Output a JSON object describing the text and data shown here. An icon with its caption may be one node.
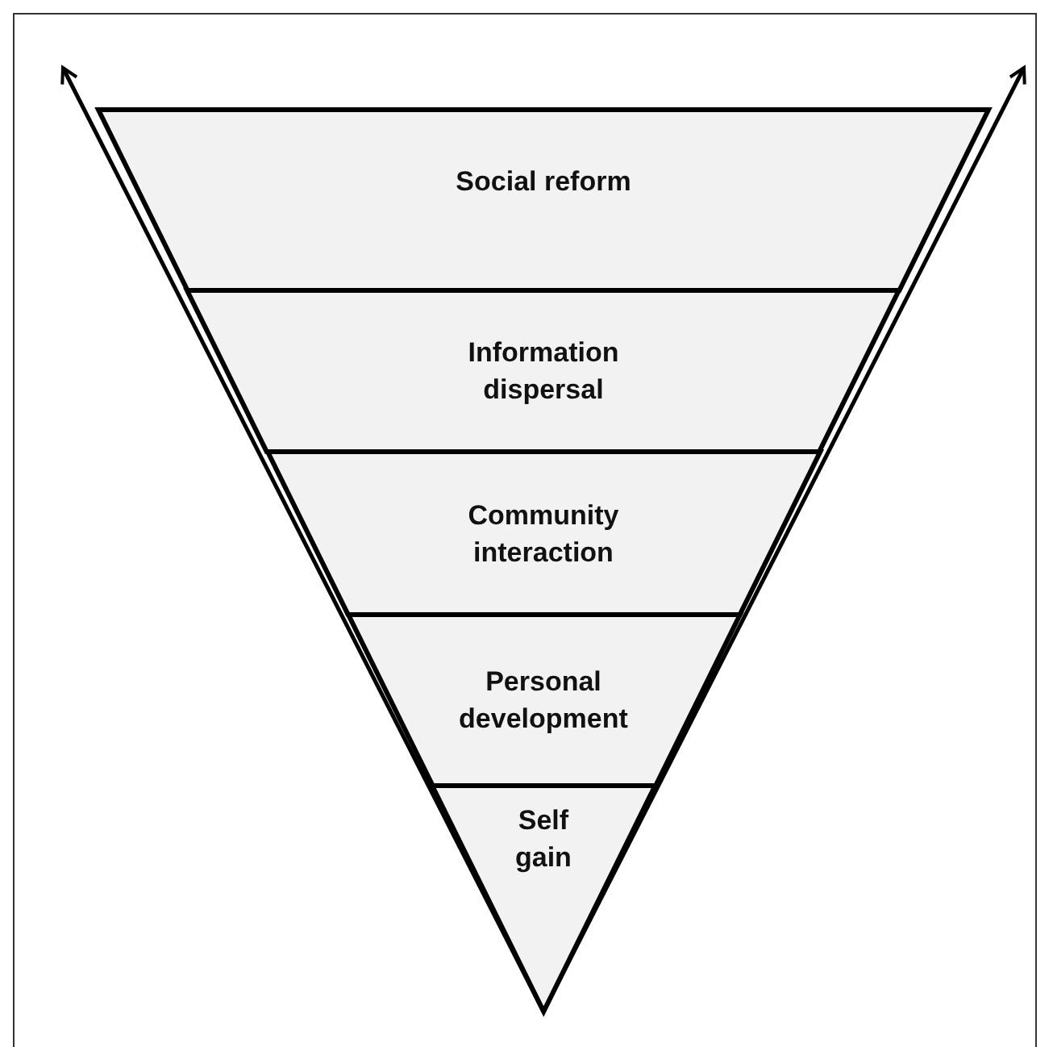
{
  "diagram": {
    "nodes": [
      {
        "text": [
          "Social reform"
        ]
      },
      {
        "text": [
          "Information dispersal"
        ]
      },
      {
        "text": [
          "Community interaction"
        ]
      },
      {
        "text": [
          "Personal development"
        ]
      },
      {
        "text": [
          "Self gain"
        ]
      }
    ]
  }
}
